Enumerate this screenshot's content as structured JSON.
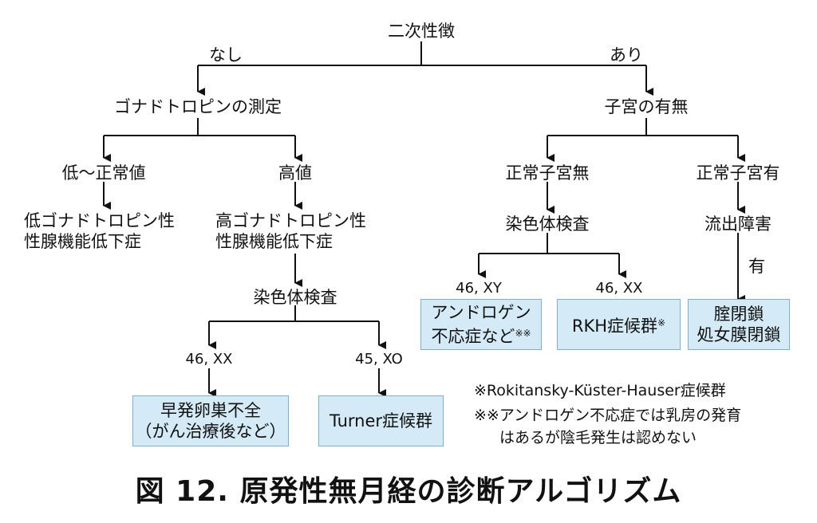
{
  "root": "二次性徴",
  "edge_none": "なし",
  "edge_present": "あり",
  "left": {
    "gonadotropin": "ゴナドトロピンの測定",
    "low": "低～正常値",
    "low_result": [
      "低ゴナドトロピン性",
      "性腺機能低下症"
    ],
    "high": "高値",
    "high_result": [
      "高ゴナドトロピン性",
      "性腺機能低下症"
    ],
    "karyotype": "染色体検査",
    "k_46xx": "46, XX",
    "k_45xo": "45, XO",
    "box_ovarian": [
      "早発卵巣不全",
      "（がん治療後など）"
    ],
    "box_turner": "Turner症候群"
  },
  "right": {
    "uterus": "子宮の有無",
    "no_uterus": "正常子宮無",
    "has_uterus": "正常子宮有",
    "karyotype": "染色体検査",
    "k_46xy": "46, XY",
    "k_46xx": "46, XX",
    "box_androgen": [
      "アンドロゲン",
      "不応症など"
    ],
    "box_androgen_mark": "※※",
    "box_rkh": "RKH症候群",
    "box_rkh_mark": "※",
    "outflow": "流出障害",
    "outflow_edge": "有",
    "box_vagina": [
      "腟閉鎖",
      "処女膜閉鎖"
    ]
  },
  "notes": [
    "※Rokitansky-Küster-Hauser症候群",
    "※※アンドロゲン不応症では乳房の発育",
    "はあるが陰毛発生は認めない"
  ],
  "caption": "図 12.  原発性無月経の診断アルゴリズム"
}
